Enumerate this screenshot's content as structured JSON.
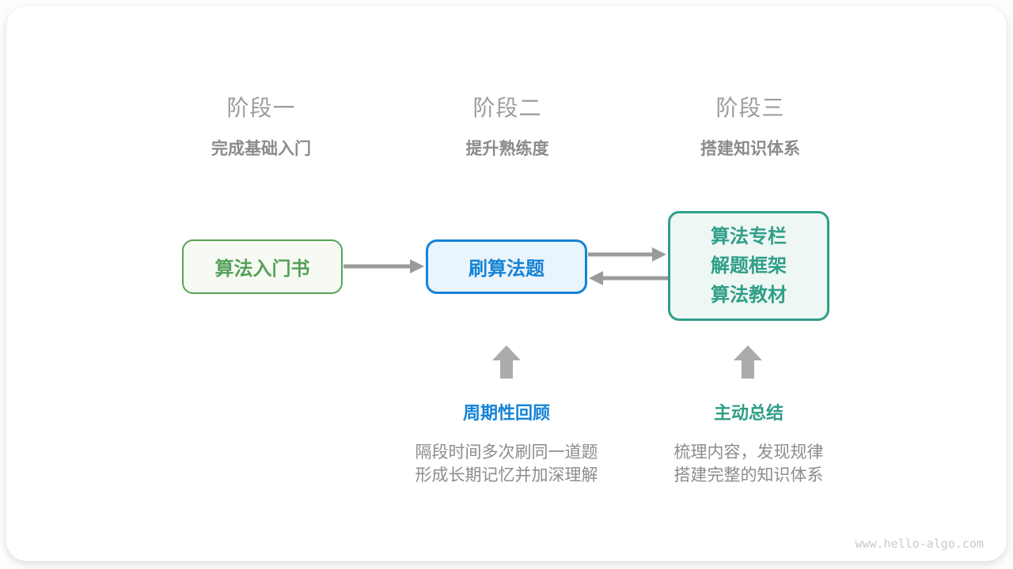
{
  "stages": [
    {
      "title": "阶段一",
      "subtitle": "完成基础入门"
    },
    {
      "title": "阶段二",
      "subtitle": "提升熟练度"
    },
    {
      "title": "阶段三",
      "subtitle": "搭建知识体系"
    }
  ],
  "nodes": [
    {
      "label": "算法入门书",
      "theme": "green"
    },
    {
      "label": "刷算法题",
      "theme": "blue"
    },
    {
      "lines": [
        "算法专栏",
        "解题框架",
        "算法教材"
      ],
      "theme": "teal"
    }
  ],
  "annotations": [
    {
      "title": "周期性回顾",
      "lines": [
        "隔段时间多次刷同一道题",
        "形成长期记忆并加深理解"
      ],
      "theme": "blue"
    },
    {
      "title": "主动总结",
      "lines": [
        "梳理内容，发现规律",
        "搭建完整的知识体系"
      ],
      "theme": "teal"
    }
  ],
  "watermark": "www.hello-algo.com",
  "colors": {
    "green": "#58a258",
    "blue": "#1583d6",
    "teal": "#2f9e88",
    "arrow_gray": "#9b9b9b",
    "up_arrow_gray": "#ababab",
    "stage_title_gray": "#9b9c9e",
    "stage_subtitle_gray": "#8a8b8d",
    "body_text_gray": "#8b8c8e",
    "watermark_gray": "#c8cacb",
    "card_bg": "#ffffff"
  }
}
